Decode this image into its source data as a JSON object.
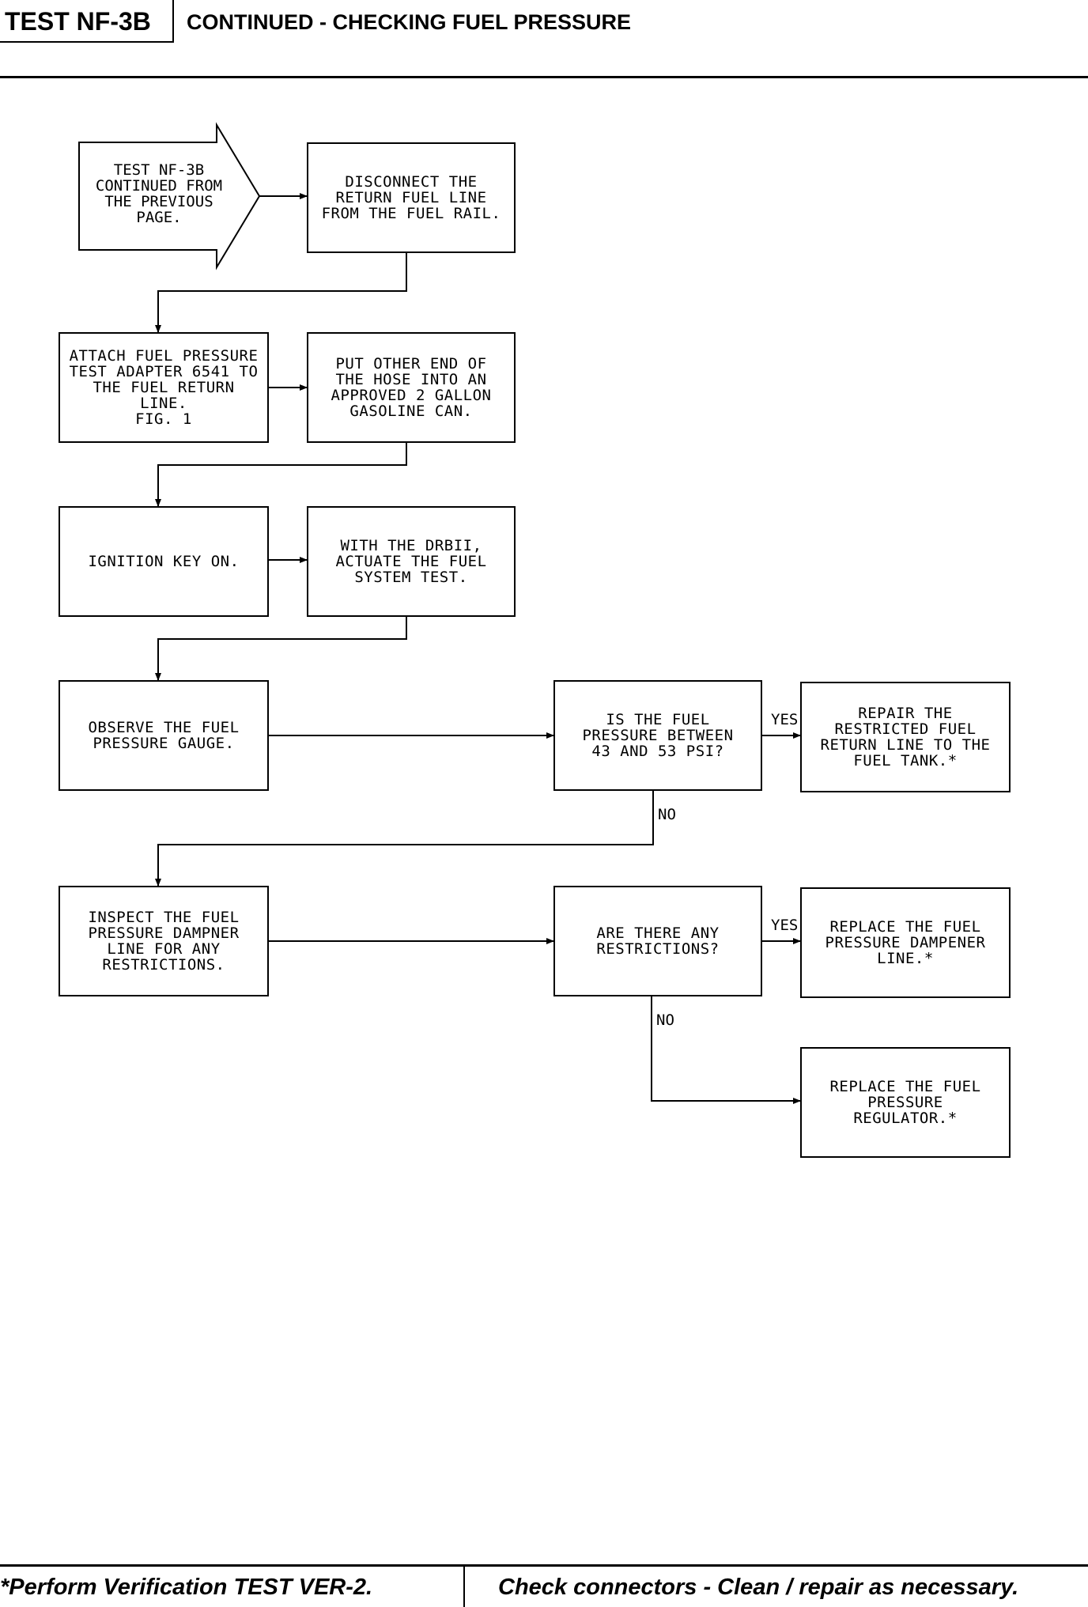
{
  "header": {
    "test_id": "TEST NF-3B",
    "title": "CONTINUED - CHECKING FUEL PRESSURE"
  },
  "flowchart": {
    "start": "TEST NF-3B\nCONTINUED FROM\nTHE PREVIOUS\nPAGE.",
    "step_disconnect": "DISCONNECT THE\nRETURN FUEL LINE\nFROM THE FUEL RAIL.",
    "step_attach": "ATTACH FUEL PRESSURE\nTEST ADAPTER 6541 TO\nTHE FUEL RETURN\nLINE.\nFIG. 1",
    "step_hose": "PUT OTHER END OF\nTHE HOSE INTO AN\nAPPROVED 2 GALLON\nGASOLINE CAN.",
    "step_ignition": "IGNITION KEY ON.",
    "step_drbii": "WITH THE DRBII,\nACTUATE THE FUEL\nSYSTEM TEST.",
    "step_observe": "OBSERVE THE FUEL\nPRESSURE GAUGE.",
    "decision_pressure": "IS THE FUEL\nPRESSURE BETWEEN\n43 AND 53 PSI?",
    "result_repair_return": "REPAIR THE\nRESTRICTED FUEL\nRETURN LINE TO THE\nFUEL TANK.*",
    "step_inspect": "INSPECT THE FUEL\nPRESSURE DAMPNER\nLINE FOR ANY\nRESTRICTIONS.",
    "decision_restrictions": "ARE THERE ANY\nRESTRICTIONS?",
    "result_replace_dampener": "REPLACE THE FUEL\nPRESSURE DAMPENER\nLINE.*",
    "result_replace_regulator": "REPLACE THE FUEL\nPRESSURE\nREGULATOR.*",
    "label_yes_1": "YES",
    "label_no_1": "NO",
    "label_yes_2": "YES",
    "label_no_2": "NO"
  },
  "footer": {
    "left": "*Perform Verification TEST VER-2.",
    "right": "Check connectors - Clean / repair as necessary."
  }
}
